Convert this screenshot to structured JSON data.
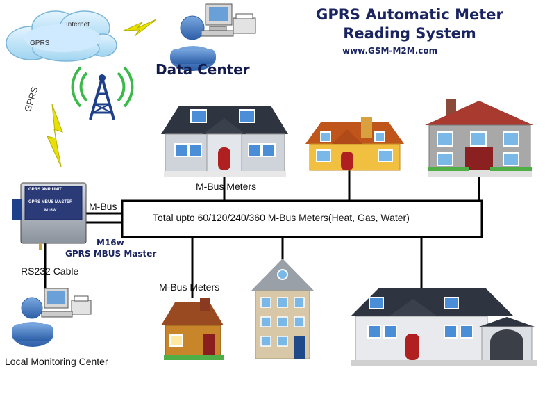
{
  "title_line1": "GPRS Automatic Meter",
  "title_line2": "Reading System",
  "website": "www.GSM-M2M.com",
  "cloud_labels": {
    "left": "GPRS",
    "right": "Internet"
  },
  "gprs_label": "GPRS",
  "data_center_label": "Data Center",
  "mbus_label": "M-Bus",
  "bus_text": "Total upto 60/120/240/360 M-Bus Meters(Heat, Gas, Water)",
  "mbus_meters_top": "M-Bus Meters",
  "mbus_meters_bottom": "M-Bus Meters",
  "device": {
    "model": "M16w",
    "name": "GPRS MBUS Master",
    "panel_line1": "GPRS AMR UNIT",
    "panel_line2": "GPRS MBUS MASTER",
    "panel_line3": "M16W"
  },
  "rs232_label": "RS232 Cable",
  "local_center_label": "Local Monitoring Center",
  "colors": {
    "title": "#1a2460",
    "bus_line": "#000000",
    "lightning": "#e8e000"
  }
}
